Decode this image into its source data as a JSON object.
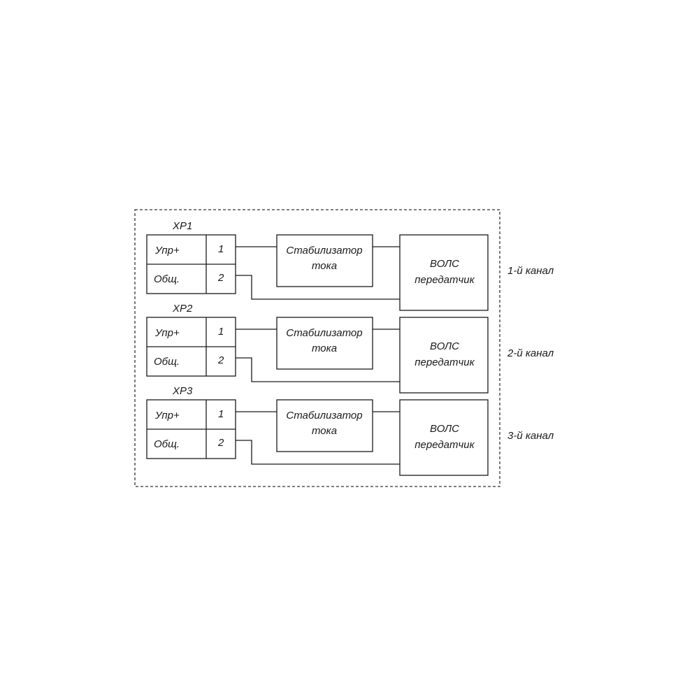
{
  "diagram": {
    "channels": [
      {
        "connector": "XP1",
        "pin1_label": "Упр+",
        "pin1_num": "1",
        "pin2_label": "Общ.",
        "pin2_num": "2",
        "stabilizer_line1": "Стабилизатор",
        "stabilizer_line2": "тока",
        "transmitter_line1": "ВОЛС",
        "transmitter_line2": "передатчик",
        "channel_label": "1-й канал"
      },
      {
        "connector": "XP2",
        "pin1_label": "Упр+",
        "pin1_num": "1",
        "pin2_label": "Общ.",
        "pin2_num": "2",
        "stabilizer_line1": "Стабилизатор",
        "stabilizer_line2": "тока",
        "transmitter_line1": "ВОЛС",
        "transmitter_line2": "передатчик",
        "channel_label": "2-й канал"
      },
      {
        "connector": "XP3",
        "pin1_label": "Упр+",
        "pin1_num": "1",
        "pin2_label": "Общ.",
        "pin2_num": "2",
        "stabilizer_line1": "Стабилизатор",
        "stabilizer_line2": "тока",
        "transmitter_line1": "ВОЛС",
        "transmitter_line2": "передатчик",
        "channel_label": "3-й канал"
      }
    ]
  }
}
